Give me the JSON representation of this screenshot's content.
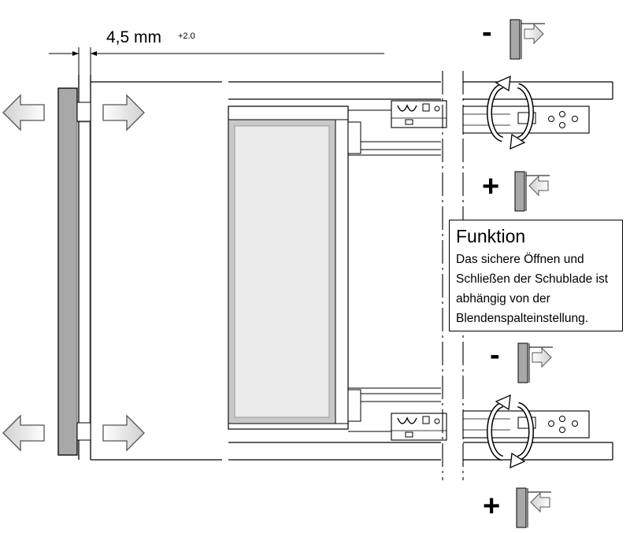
{
  "dimension": {
    "value": "4,5 mm",
    "tolerance": "+2.0"
  },
  "adjust": {
    "minus": "-",
    "plus": "+"
  },
  "info": {
    "title": "Funktion",
    "lines": [
      "Das sichere Öffnen und",
      "Schließen der Schublade ist",
      "abhängig von der",
      "Blendenspalteinstellung."
    ]
  },
  "colors": {
    "panel_gray": "#d6d6d6",
    "panel_dark": "#a8a8a8",
    "arrow_fill": "#e0e0e0",
    "line": "#000000"
  },
  "icons": [
    "double-arrow-icon",
    "rotate-adjust-icon",
    "push-arrow-icon",
    "pull-arrow-icon"
  ]
}
